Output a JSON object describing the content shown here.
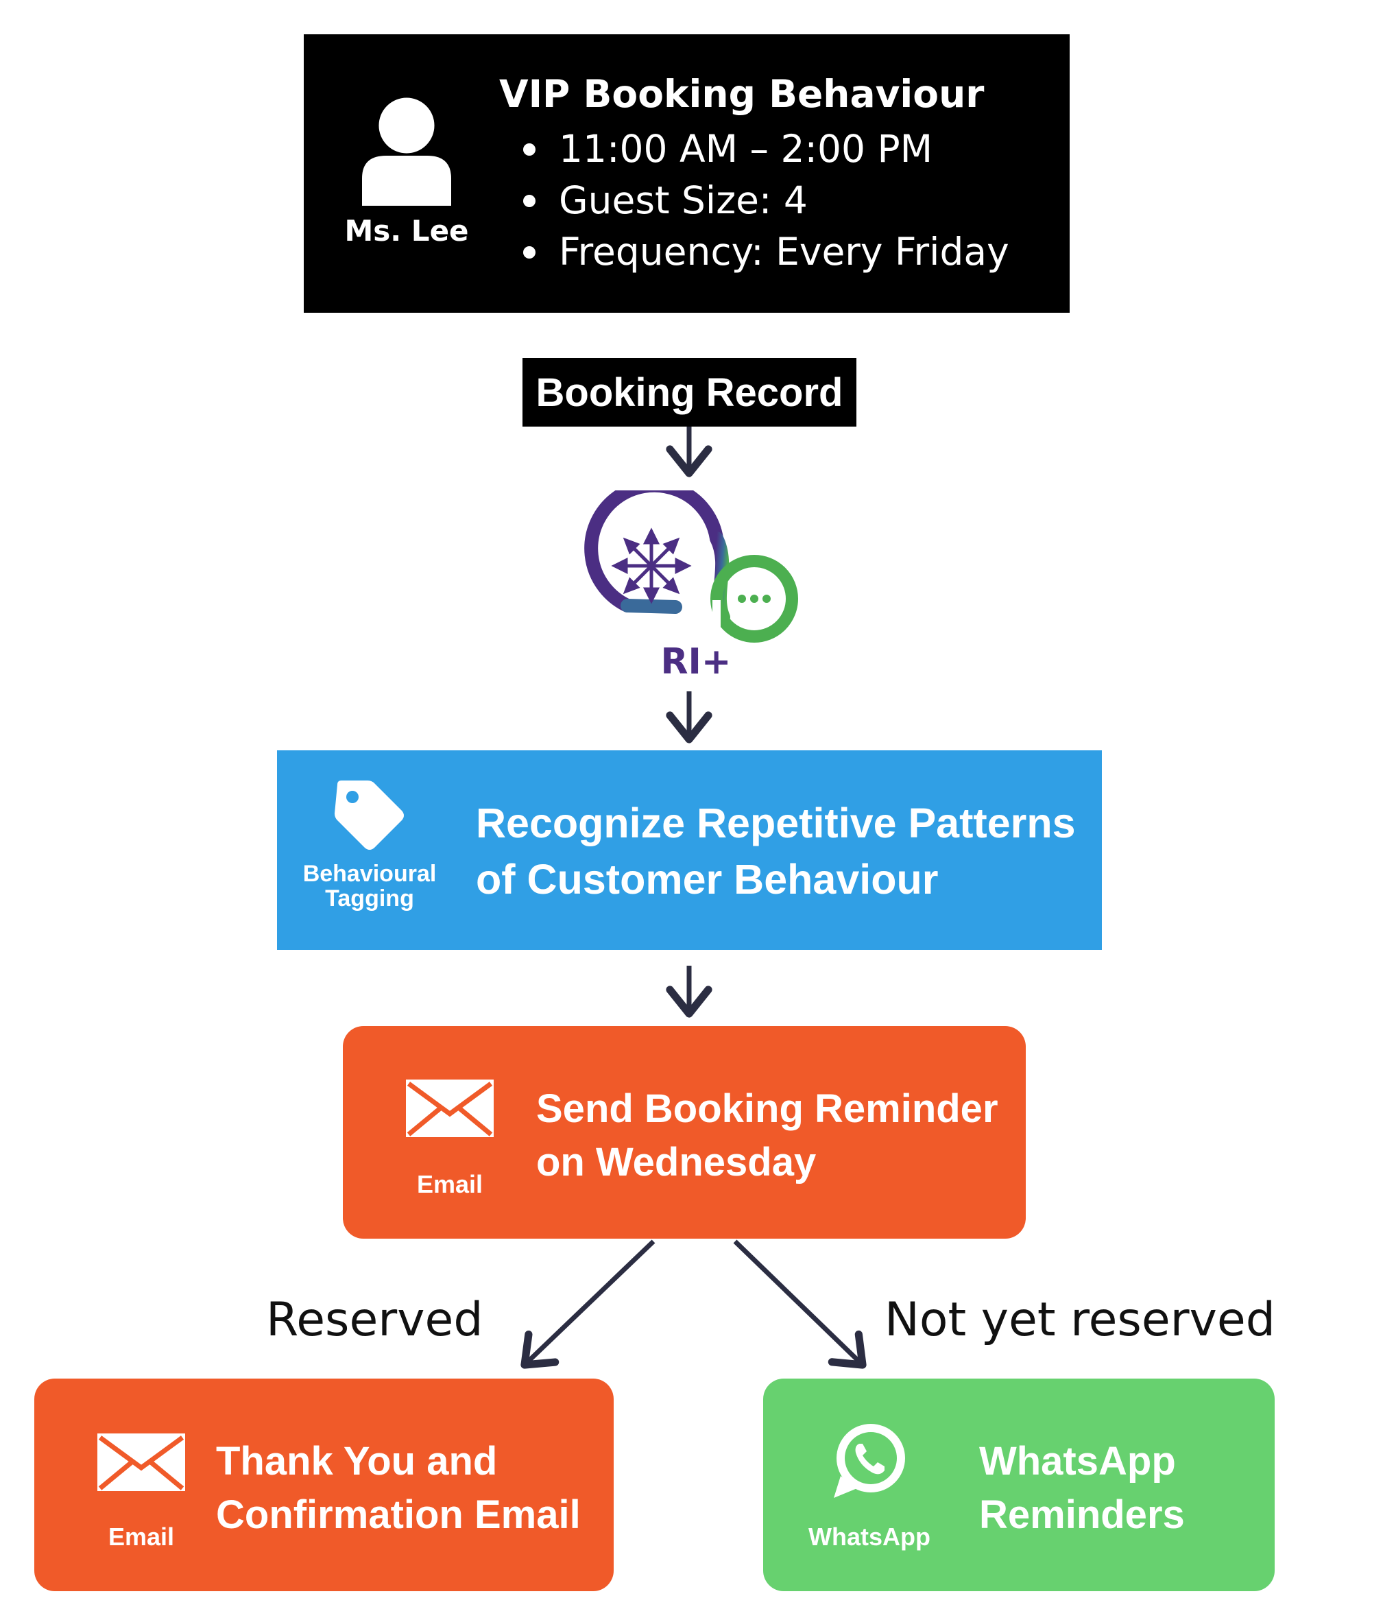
{
  "vip_card": {
    "name": "Ms. Lee",
    "title": "VIP Booking Behaviour",
    "items": [
      "11:00 AM – 2:00 PM",
      "Guest Size: 4",
      "Frequency: Every Friday"
    ]
  },
  "booking_record": {
    "label": "Booking Record"
  },
  "logo": {
    "label": "RI+"
  },
  "tagging": {
    "icon_label_line1": "Behavioural",
    "icon_label_line2": "Tagging",
    "line1": "Recognize Repetitive Patterns",
    "line2": "of Customer Behaviour"
  },
  "reminder": {
    "icon_label": "Email",
    "line1": "Send Booking Reminder",
    "line2": "on Wednesday"
  },
  "branches": {
    "reserved": "Reserved",
    "not_reserved": "Not yet reserved"
  },
  "thank_you": {
    "icon_label": "Email",
    "line1": "Thank You and",
    "line2": "Confirmation Email"
  },
  "whatsapp": {
    "icon_label": "WhatsApp",
    "line1": "WhatsApp",
    "line2": "Reminders"
  },
  "colors": {
    "tagging_bg": "#309fe5",
    "email_bg": "#f05a29",
    "whatsapp_bg": "#67d16f",
    "arrow": "#2b2d42",
    "logo_purple": "#4b2e83",
    "logo_green": "#4caf50"
  }
}
